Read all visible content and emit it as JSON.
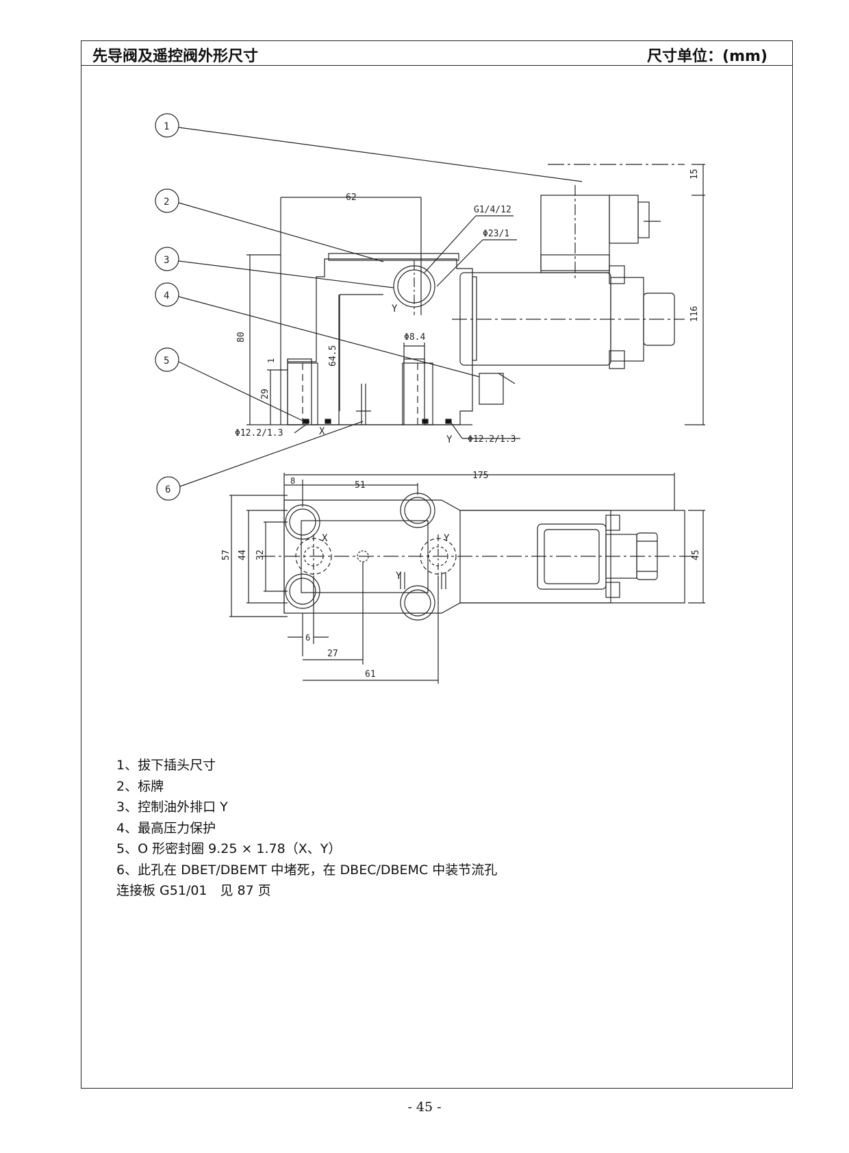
{
  "header": {
    "title": "先导阀及遥控阀外形尺寸",
    "unit": "尺寸单位：(mm)"
  },
  "drawing": {
    "callouts": [
      "1",
      "2",
      "3",
      "4",
      "5",
      "6"
    ],
    "dims": {
      "d62": "62",
      "d15": "15",
      "d116": "116",
      "d80": "80",
      "d64_5": "64.5",
      "d29": "29",
      "d1": "1",
      "phi8_4": "Φ8.4",
      "g1_4_12": "G1/4/12",
      "phi23_1": "Φ23/1",
      "phi12_left": "Φ12.2/1.3",
      "phi12_right": "Φ12.2/1.3",
      "d175": "175",
      "d8": "8",
      "d51": "51",
      "d57": "57",
      "d44": "44",
      "d32": "32",
      "d45": "45",
      "d6": "6",
      "d27": "27",
      "d61": "61"
    },
    "ports": {
      "x_front": "X",
      "y_front": "Y",
      "y_body": "Y",
      "x_top": "X",
      "y_top": "Y",
      "y_ii": "Y"
    }
  },
  "notes": [
    "1、拔下插头尺寸",
    "2、标牌",
    "3、控制油外排口 Y",
    "4、最高压力保护",
    "5、O 形密封圈 9.25 × 1.78（X、Y）",
    "6、此孔在 DBET/DBEMT 中堵死，在 DBEC/DBEMC 中装节流孔",
    "连接板 G51/01　见 87 页"
  ],
  "page": {
    "number": "- 45 -"
  }
}
